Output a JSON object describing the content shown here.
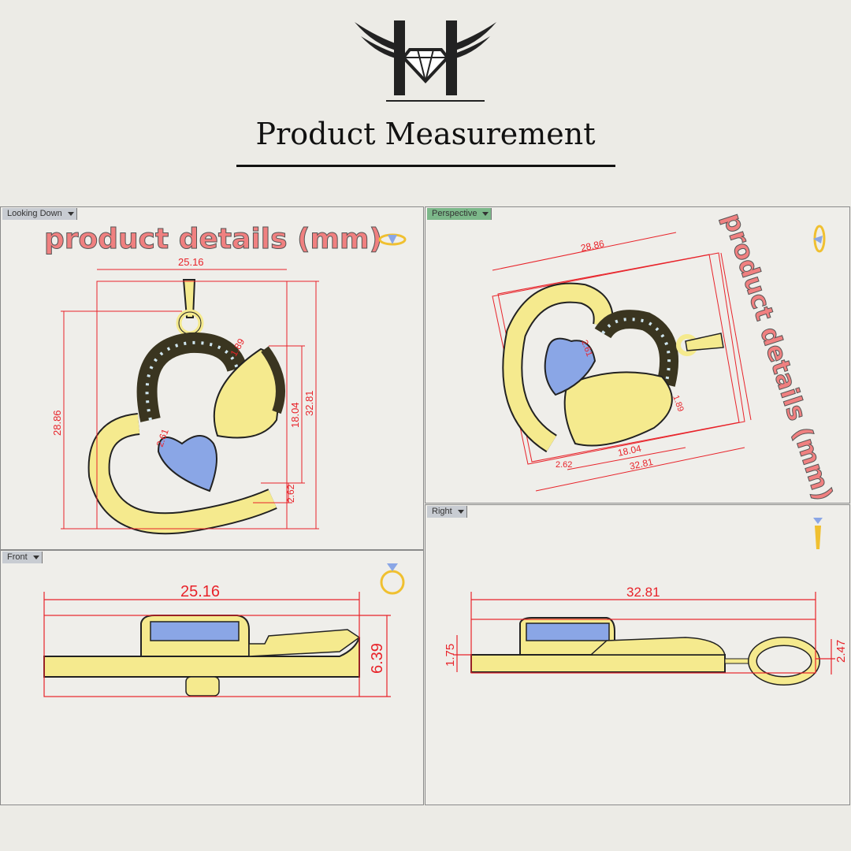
{
  "header": {
    "logo_letter": "H",
    "title": "Product Measurement"
  },
  "colors": {
    "dimension": "#e8232a",
    "gold": "#f5ea8e",
    "gem": "#8aa6e6",
    "overlay_text": "#f08080"
  },
  "viewports": {
    "looking_down": {
      "label": "Looking Down",
      "overlay": "product details (mm)",
      "icon": "ring-icon",
      "dims": {
        "width": "25.16",
        "height_left": "28.86",
        "height_right": "32.81",
        "wing": "18.04",
        "gap": "2.62",
        "stone": "2.61",
        "edge": "1.89"
      }
    },
    "perspective": {
      "label": "Perspective",
      "overlay": "product details (mm)",
      "icon": "ring-icon",
      "dims": {
        "top": "28.86",
        "bottom": "32.81",
        "mid": "18.04",
        "small": "2.62",
        "stone": "2.61",
        "edge": "1.89"
      }
    },
    "front": {
      "label": "Front",
      "icon": "ring-icon",
      "dims": {
        "width": "25.16",
        "height": "6.39"
      }
    },
    "right": {
      "label": "Right",
      "icon": "pendant-icon",
      "dims": {
        "width": "32.81",
        "left": "1.75",
        "right": "2.47"
      }
    }
  }
}
